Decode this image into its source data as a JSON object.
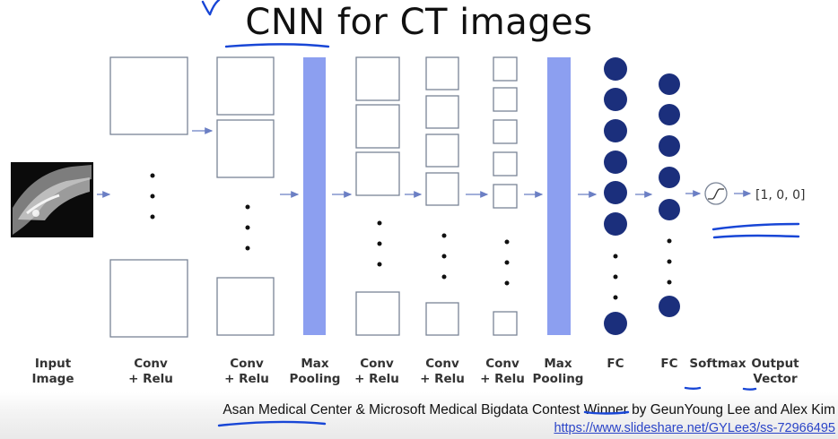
{
  "title": "CNN for CT images",
  "input_image": {
    "icon": "ct-scan-image",
    "description_alt": ""
  },
  "layers": [
    {
      "id": "input",
      "label": "Input\nImage"
    },
    {
      "id": "conv1",
      "label": "Conv\n+ Relu"
    },
    {
      "id": "conv2",
      "label": "Conv\n+ Relu"
    },
    {
      "id": "pool1",
      "label": "Max\nPooling"
    },
    {
      "id": "conv3",
      "label": "Conv\n+ Relu"
    },
    {
      "id": "conv4",
      "label": "Conv\n+ Relu"
    },
    {
      "id": "conv5",
      "label": "Conv\n+ Relu"
    },
    {
      "id": "pool2",
      "label": "Max\nPooling"
    },
    {
      "id": "fc1",
      "label": "FC"
    },
    {
      "id": "fc2",
      "label": "FC"
    },
    {
      "id": "softmax",
      "label": "Softmax"
    },
    {
      "id": "output",
      "label": "Output\nVector"
    }
  ],
  "output_value": "[1, 0, 0]",
  "footer": {
    "credit": "Asan Medical Center & Microsoft Medical Bigdata Contest Winner by GeunYoung Lee and Alex Kim",
    "link": "https://www.slideshare.net/GYLee3/ss-72966495"
  },
  "colors": {
    "box_stroke": "#7a8496",
    "pool_fill": "#8c9ff0",
    "fc_node": "#1b2f7c",
    "arrow": "#6b7fc4",
    "annotation_ink": "#1846d6"
  }
}
